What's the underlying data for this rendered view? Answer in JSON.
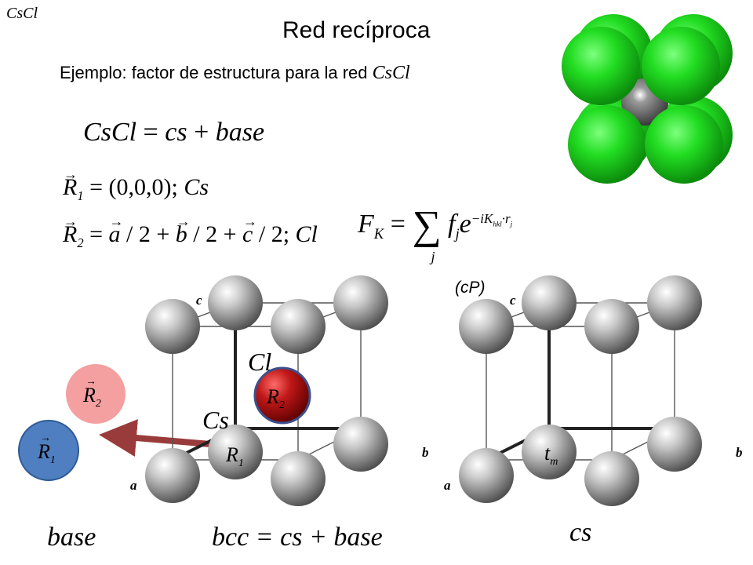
{
  "corner_label": "CsCl",
  "title": "Red recíproca",
  "subtitle": {
    "text": "Ejemplo: factor de estructura para la red ",
    "formula": "CsCl"
  },
  "equations": {
    "cscl_sum": {
      "lhs": "CsCl",
      "eq": " = ",
      "a": "cs",
      "plus": " + ",
      "b": "base"
    },
    "r1": {
      "name": "R",
      "sub": "1",
      "rhs": " = (0,0,0); ",
      "atom": "Cs"
    },
    "r2": {
      "name": "R",
      "sub": "2",
      "eq": " = ",
      "a": "a",
      "div1": " / 2 + ",
      "b": "b",
      "div2": " / 2 + ",
      "c": "c",
      "div3": " / 2; ",
      "atom": "Cl"
    },
    "structure_factor": {
      "F": "F",
      "Fsub": "K",
      "eq": " = ",
      "sum": "∑",
      "j": "j",
      "f": "f",
      "fsub": "j",
      "e": "e",
      "exp": "−iK",
      "expsub": "hkl",
      "exp2": "·r",
      "exp2sub": "j"
    }
  },
  "cells": {
    "left": {
      "c": "c",
      "a": "a",
      "b": "b",
      "cl": "Cl",
      "cs": "Cs",
      "r1": "R",
      "r1sub": "1",
      "r2": "R",
      "r2sub": "2"
    },
    "right": {
      "c": "c",
      "a": "a",
      "b": "b",
      "cp": "(cP)",
      "t": "t",
      "tsub": "m"
    }
  },
  "base_atoms": {
    "r1": "R",
    "r1sub": "1",
    "r2": "R",
    "r2sub": "2"
  },
  "bottom_labels": {
    "base": "base",
    "bcc": "bcc = cs + base",
    "cs": "cs"
  },
  "colors": {
    "chlorine_green": "#22dd22",
    "cesium_gray": "#808080",
    "r1_blue": "#4f7fc0",
    "r2_pink": "#f4a0a0",
    "r2_darkred": "#b01010",
    "arrow": "#9a3b3b"
  }
}
